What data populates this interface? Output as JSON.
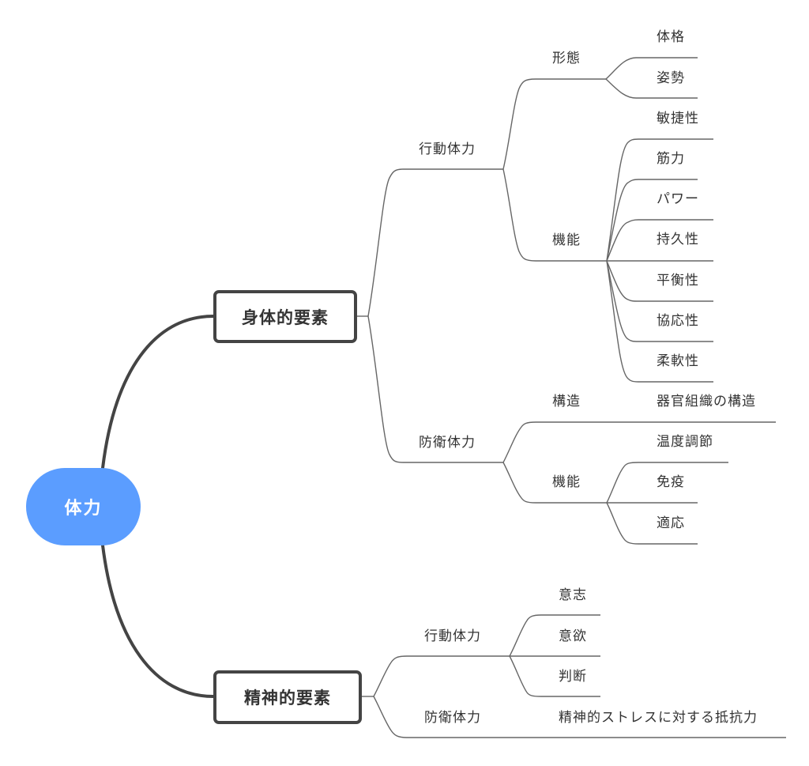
{
  "root": {
    "label": "体力",
    "color": "#5B9DFF"
  },
  "branches": [
    {
      "label": "身体的要素",
      "children": [
        {
          "label": "行動体力",
          "children": [
            {
              "label": "形態",
              "children": [
                "体格",
                "姿勢"
              ]
            },
            {
              "label": "機能",
              "children": [
                "敏捷性",
                "筋力",
                "パワー",
                "持久性",
                "平衡性",
                "協応性",
                "柔軟性"
              ]
            }
          ]
        },
        {
          "label": "防衛体力",
          "children": [
            {
              "label": "構造",
              "children": [
                "器官組織の構造"
              ]
            },
            {
              "label": "機能",
              "children": [
                "温度調節",
                "免疫",
                "適応"
              ]
            }
          ]
        }
      ]
    },
    {
      "label": "精神的要素",
      "children": [
        {
          "label": "行動体力",
          "children": [
            "意志",
            "意欲",
            "判断"
          ]
        },
        {
          "label": "防衛体力",
          "children": [
            "精神的ストレスに対する抵抗力"
          ]
        }
      ]
    }
  ]
}
